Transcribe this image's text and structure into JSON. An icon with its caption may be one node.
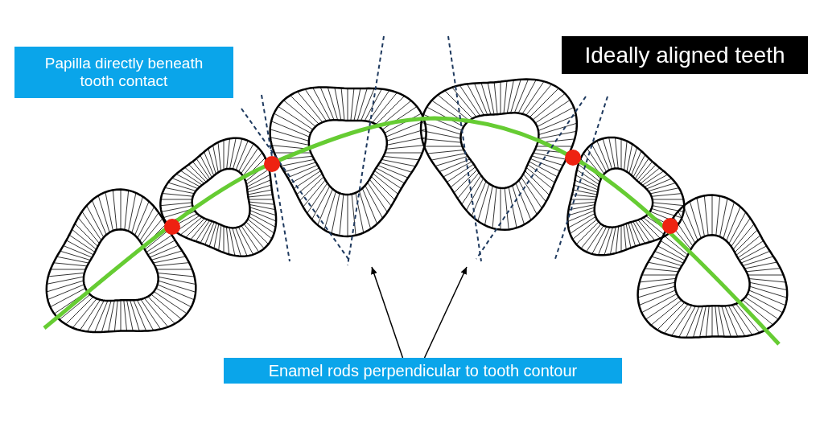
{
  "diagram": {
    "nodes": [
      {
        "text": [
          "Papilla directly beneath tooth contact"
        ]
      },
      {
        "text": [
          "Ideally aligned teeth"
        ]
      },
      {
        "text": [
          "Enamel rods perpendicular to tooth contour"
        ]
      }
    ],
    "edges": [
      {
        "from": 2,
        "to": null,
        "arrow": "to"
      },
      {
        "from": 2,
        "to": null,
        "arrow": "to"
      }
    ]
  }
}
